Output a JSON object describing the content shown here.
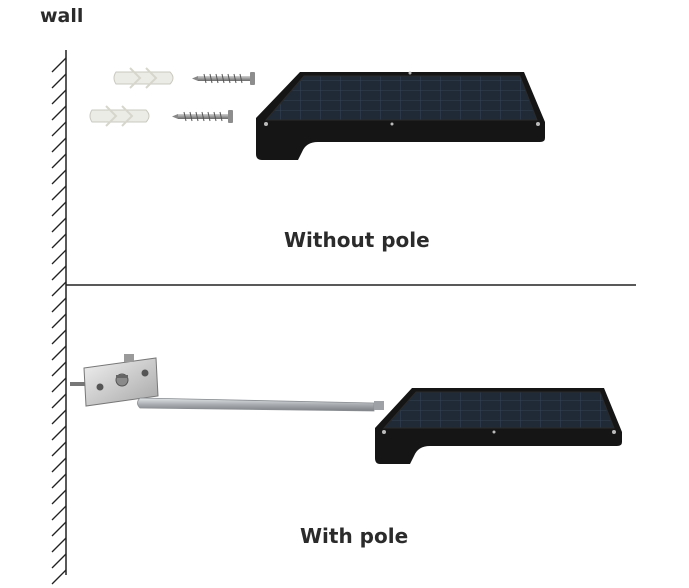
{
  "wall_label": "wall",
  "sections": [
    {
      "id": "without-pole",
      "caption": "Without pole"
    },
    {
      "id": "with-pole",
      "caption": "With pole"
    }
  ],
  "colors": {
    "text": "#2b2b2b",
    "line": "#222222",
    "panel_body": "#1a1a1a",
    "panel_cell": "#1f2a36",
    "anchor": "#e8e8e2",
    "screw": "#9a9a9a",
    "pole": "#b8bcc0"
  }
}
